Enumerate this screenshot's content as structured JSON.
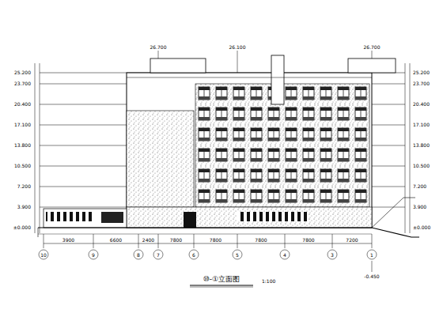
{
  "diagram": {
    "title": "⑩-①立面图",
    "labels": [
      "±0.000",
      "3.900",
      "7.200",
      "10.500",
      "13.800",
      "17.100",
      "20.400",
      "23.700",
      "25.200",
      "±0.000",
      "3.900",
      "7.200",
      "10.500",
      "13.800",
      "17.100",
      "20.400",
      "23.700",
      "25.200",
      "3900",
      "6600",
      "2400",
      "7800",
      "7800",
      "7800",
      "7800",
      "7200",
      "10",
      "9",
      "8",
      "7",
      "6",
      "5",
      "4",
      "3",
      "1",
      "26.700",
      "26.100",
      "26.700",
      "-0.450",
      "1:100"
    ]
  }
}
